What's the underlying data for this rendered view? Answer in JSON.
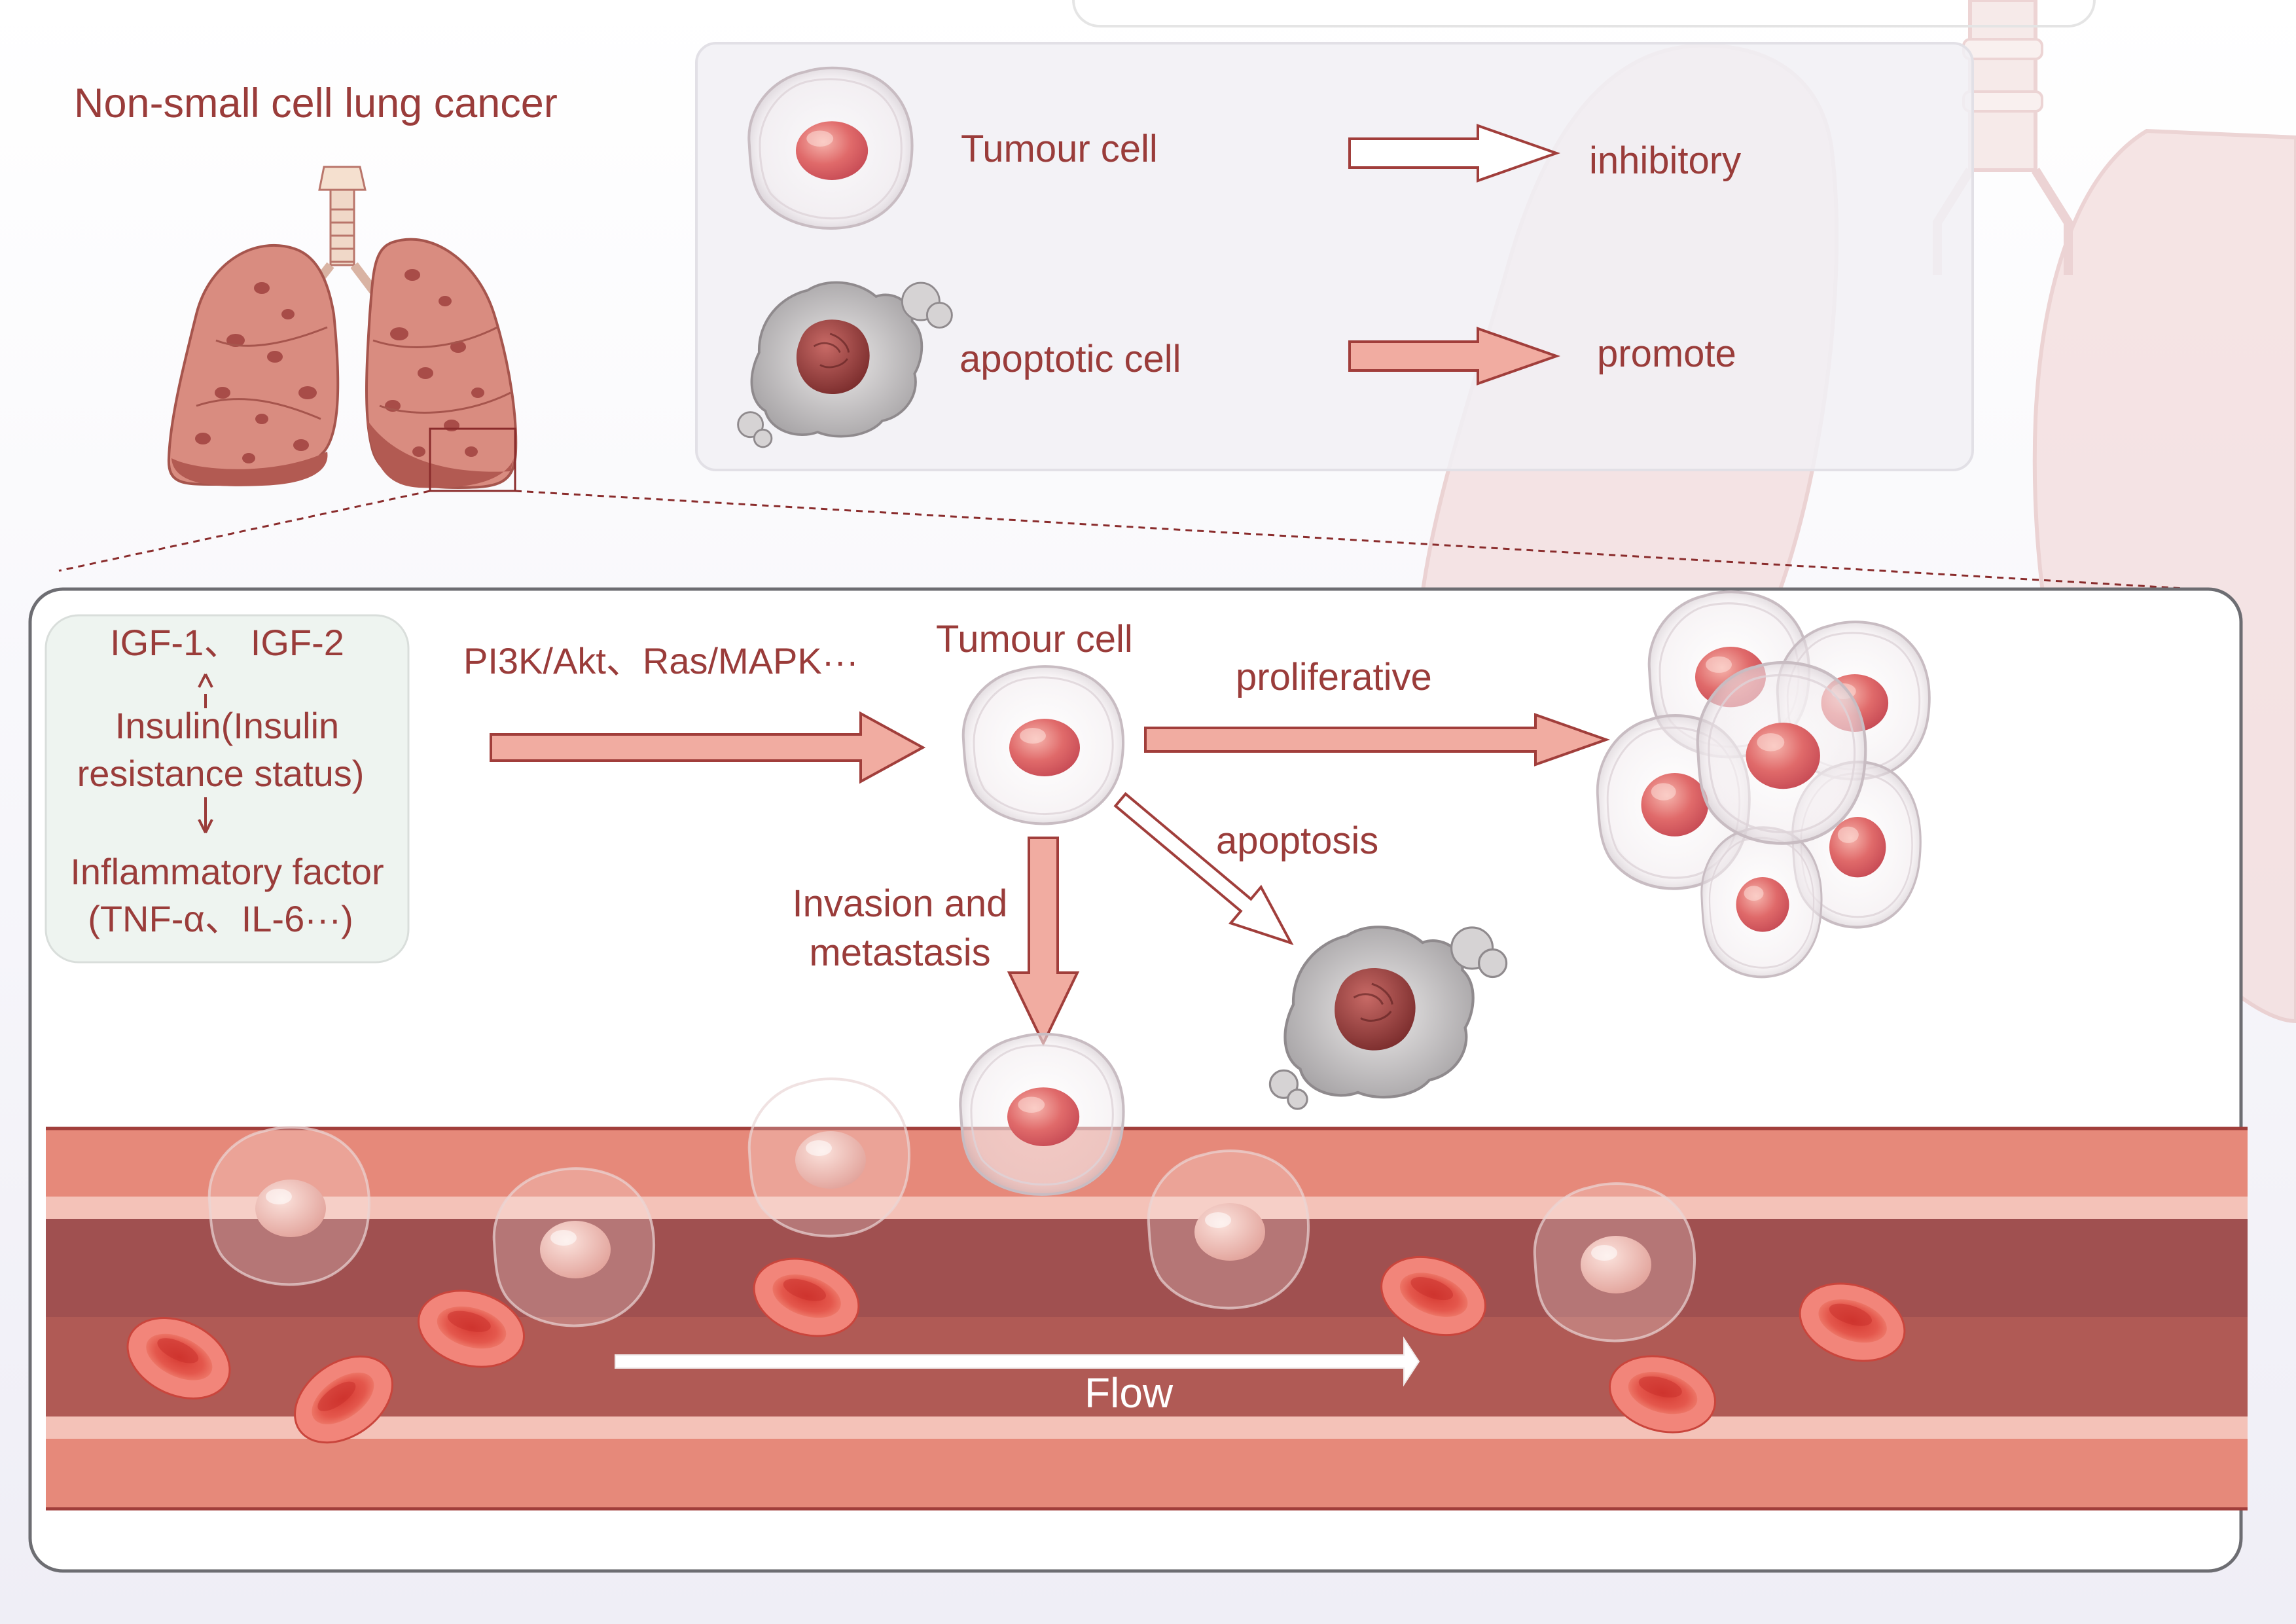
{
  "title": "Non-small cell lung cancer",
  "legend": {
    "tumour_cell": "Tumour cell",
    "apoptotic_cell": "apoptotic cell",
    "inhibitory": "inhibitory",
    "promote": "promote"
  },
  "factors": {
    "igf": "IGF-1、 IGF-2",
    "insulin_1": "Insulin(Insulin",
    "insulin_2": "resistance status)",
    "inflammatory_1": "Inflammatory factor",
    "inflammatory_2": "(TNF-α、IL-6···)"
  },
  "pathway": "PI3K/Akt、Ras/MAPK···",
  "center_label": "Tumour cell",
  "proliferative": "proliferative",
  "apoptosis": "apoptosis",
  "invasion_1": "Invasion and",
  "invasion_2": "metastasis",
  "flow": "Flow",
  "colors": {
    "text": "#9a3c3a",
    "arrow_fill": "#f1aca1",
    "arrow_stroke": "#a13e3b",
    "vessel_outer": "#e6897a",
    "vessel_inner": "#a05050",
    "nucleus": "#e26f6f"
  }
}
